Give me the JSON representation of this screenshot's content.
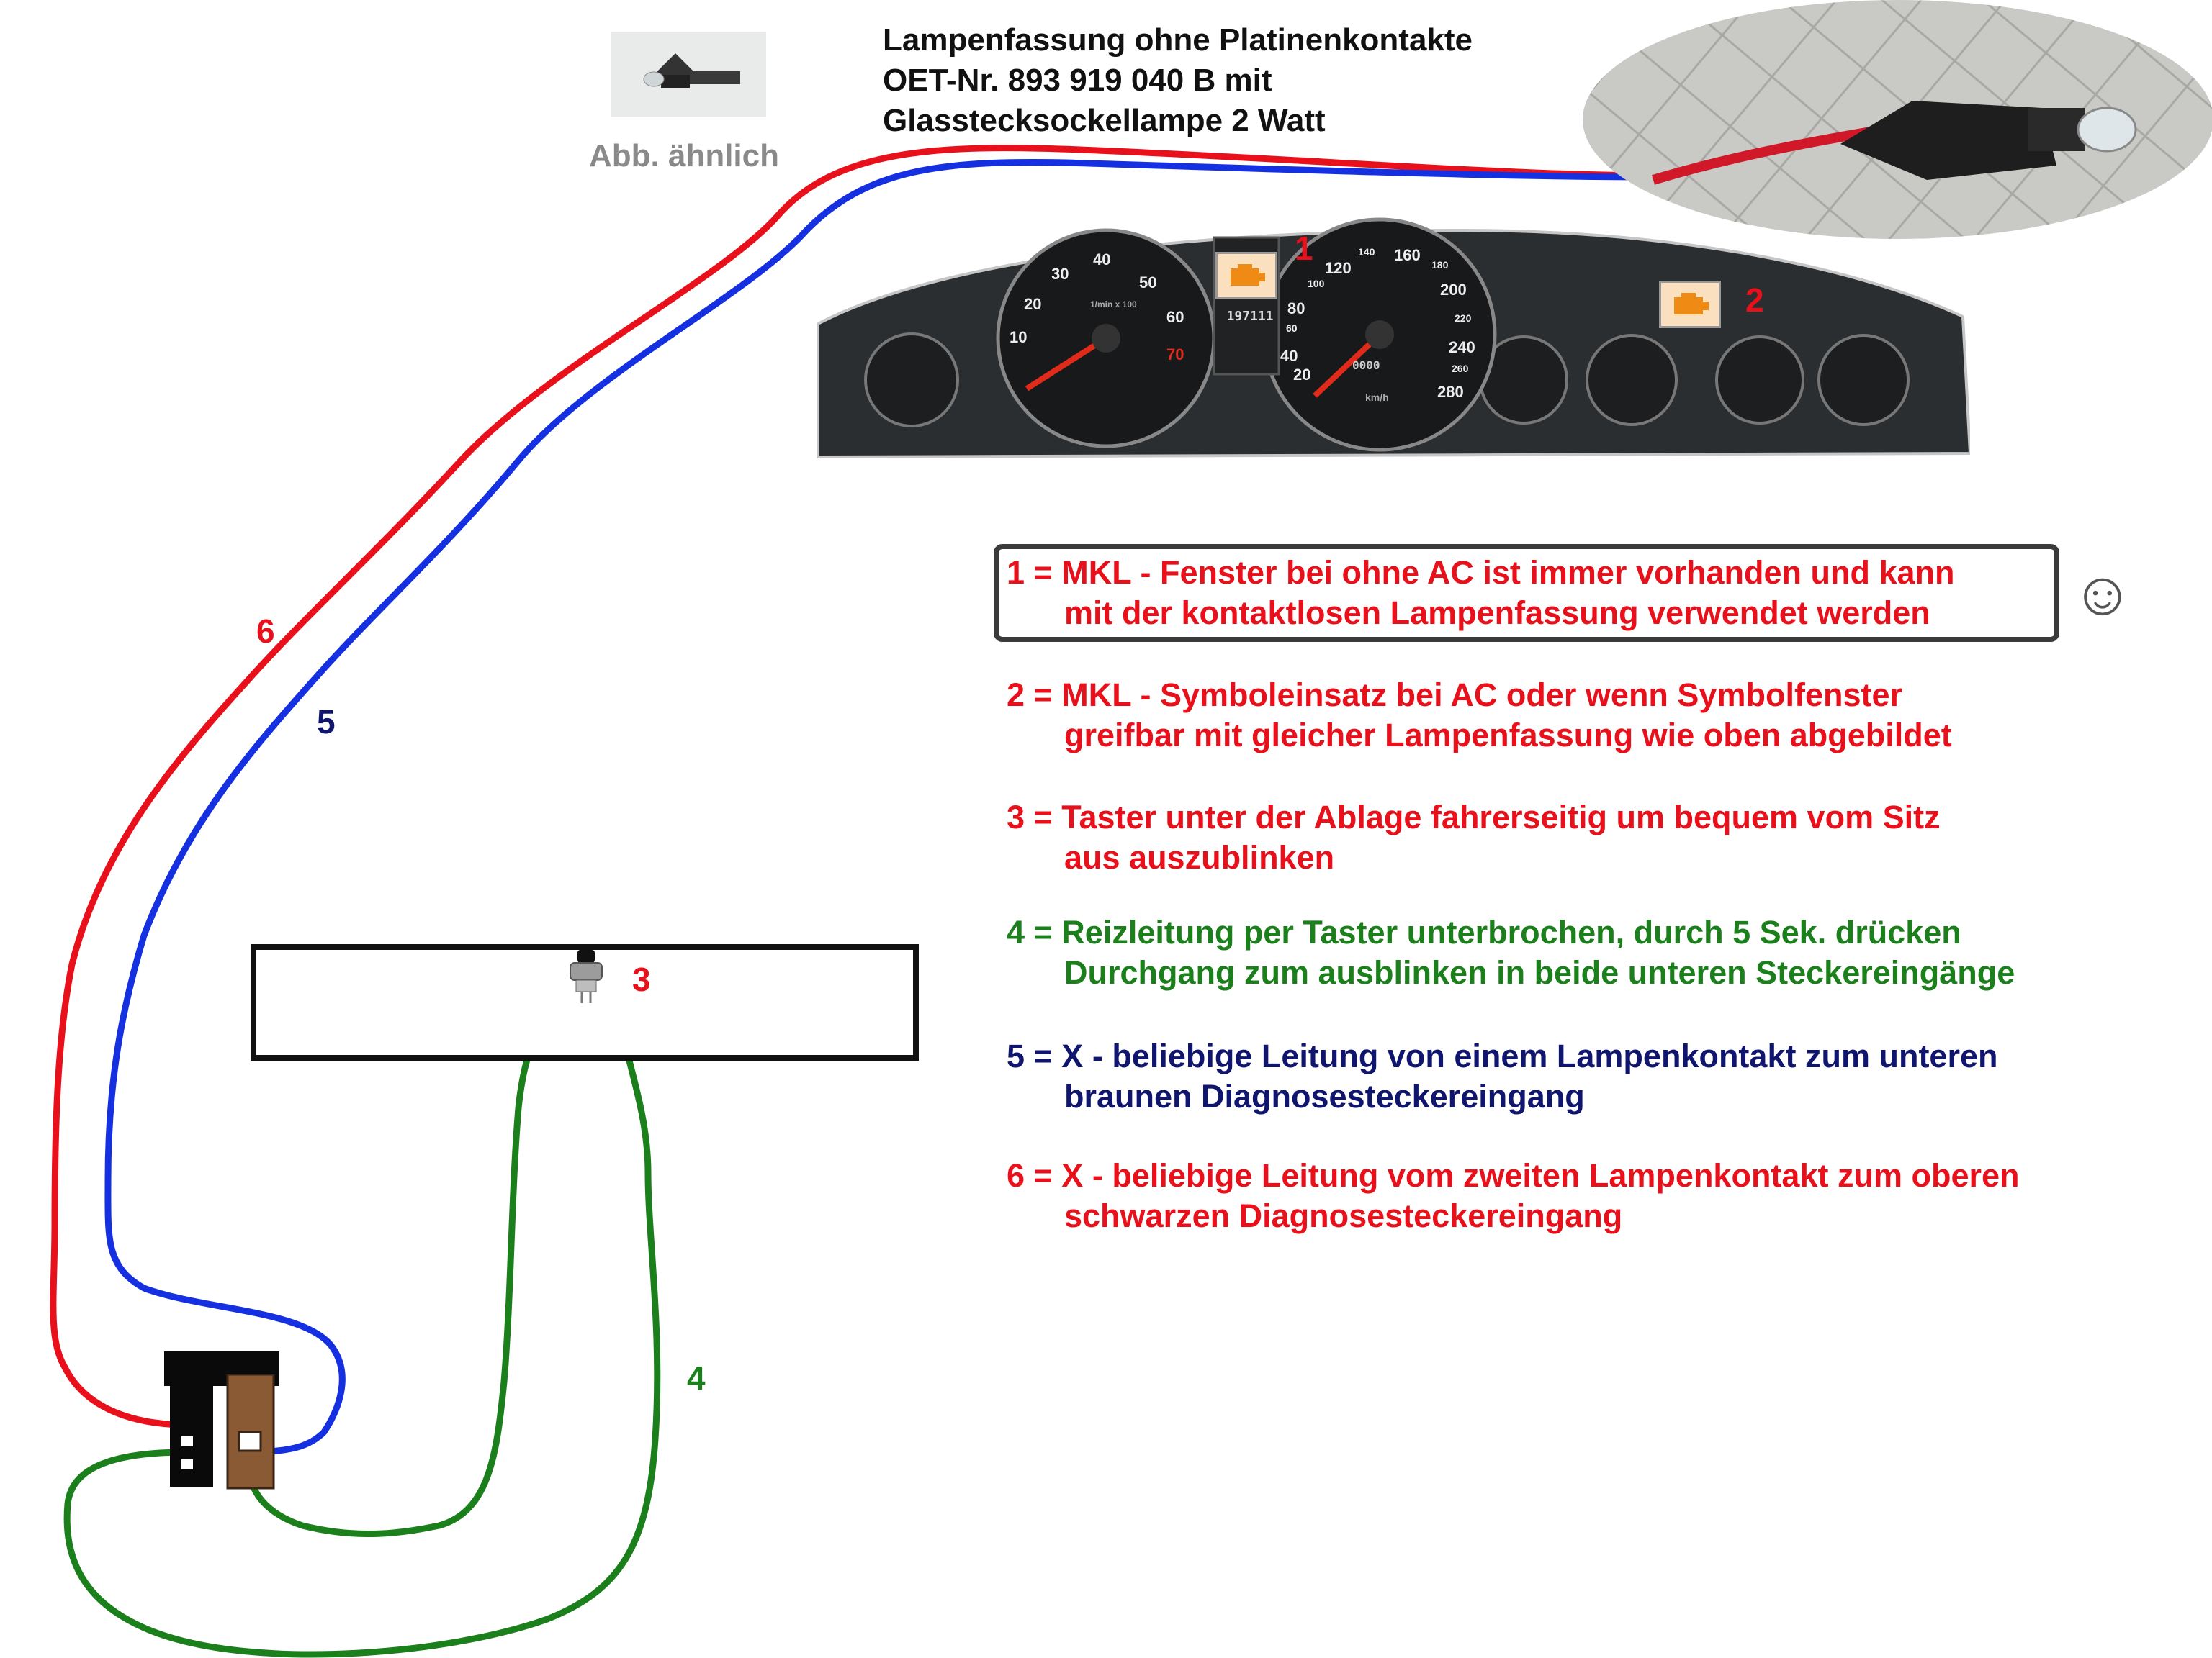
{
  "header": {
    "title_lines": [
      "Lampenfassung ohne Platinenkontakte",
      "OET-Nr. 893 919 040 B mit",
      "Glasstecksockellampe 2 Watt"
    ],
    "thumbnail_caption": "Abb. ähnlich"
  },
  "dashboard": {
    "marker_1": "1",
    "marker_2": "2",
    "tach_ticks": [
      "10",
      "20",
      "30",
      "40",
      "50",
      "60",
      "70"
    ],
    "tach_unit": "1/min x 100",
    "speedo_ticks": [
      "20",
      "40",
      "60",
      "80",
      "100",
      "120",
      "140",
      "160",
      "180",
      "200",
      "220",
      "240",
      "260",
      "280"
    ],
    "speedo_unit": "km/h",
    "odometer": "197111",
    "trip": "0000",
    "icons": [
      "engine-warning-icon",
      "engine-warning-icon"
    ]
  },
  "wire_labels": {
    "wire_6": "6",
    "wire_5": "5",
    "wire_4": "4",
    "button_3": "3"
  },
  "colors": {
    "wire_red": "#e8111b",
    "wire_blue": "#1530e0",
    "wire_green": "#1b7f1b",
    "note_red": "#e8111b",
    "note_green": "#1b7f1b",
    "note_navy": "#10166e"
  },
  "notes": [
    {
      "line1": "1 = MKL - Fenster bei ohne AC ist immer vorhanden und kann",
      "line2": "mit der kontaktlosen Lampenfassung verwendet werden",
      "color": "red",
      "boxed": true
    },
    {
      "line1": "2 = MKL - Symboleinsatz bei AC oder wenn Symbolfenster",
      "line2": "greifbar mit gleicher Lampenfassung wie oben abgebildet",
      "color": "red"
    },
    {
      "line1": "3 = Taster unter der Ablage fahrerseitig um bequem vom Sitz",
      "line2": " aus auszublinken",
      "color": "red"
    },
    {
      "line1": "4 = Reizleitung per Taster unterbrochen, durch 5 Sek. drücken",
      "line2": "Durchgang zum ausblinken in beide unteren Steckereingänge",
      "color": "green"
    },
    {
      "line1": "5 = X - beliebige Leitung von einem Lampenkontakt zum unteren",
      "line2": "braunen Diagnosesteckereingang",
      "color": "navy"
    },
    {
      "line1": "6 = X - beliebige Leitung vom zweiten Lampenkontakt zum oberen",
      "line2": "schwarzen Diagnosesteckereingang",
      "color": "red"
    }
  ],
  "smiley": "☺"
}
